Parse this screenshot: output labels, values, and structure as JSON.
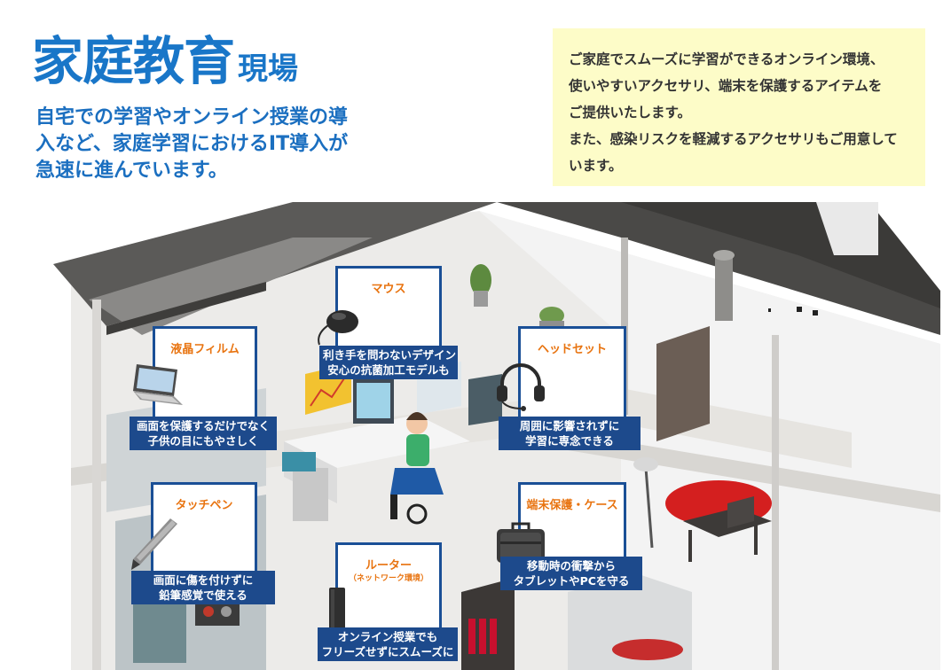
{
  "header": {
    "title_main": "家庭教育",
    "title_suffix": "現場",
    "lead_lines": [
      "自宅での学習やオンライン授業の導",
      "入など、家庭学習におけるIT導入が",
      "急速に進んでいます。"
    ]
  },
  "note": {
    "lines": [
      "ご家庭でスムーズに学習ができるオンライン環境、",
      "使いやすいアクセサリ、端末を保護するアイテムを",
      "ご提供いたします。",
      "また、感染リスクを軽減するアクセサリもご用意して",
      "います。"
    ]
  },
  "cards": {
    "film": {
      "title": "液晶フィルム",
      "caption_lines": [
        "画面を保護するだけでなく",
        "子供の目にもやさしく"
      ],
      "icon": "laptop-icon"
    },
    "mouse": {
      "title": "マウス",
      "caption_lines": [
        "利き手を問わないデザイン",
        "安心の抗菌加工モデルも"
      ],
      "icon": "mouse-icon"
    },
    "headset": {
      "title": "ヘッドセット",
      "caption_lines": [
        "周囲に影響されずに",
        "学習に専念できる"
      ],
      "icon": "headset-icon"
    },
    "pen": {
      "title": "タッチペン",
      "caption_lines": [
        "画面に傷を付けずに",
        "鉛筆感覚で使える"
      ],
      "icon": "stylus-icon"
    },
    "router": {
      "title": "ルーター",
      "subtitle": "（ネットワーク環境）",
      "caption_lines": [
        "オンライン授業でも",
        "フリーズせずにスムーズに"
      ],
      "icon": "router-icon"
    },
    "case": {
      "title": "端末保護・ケース",
      "caption_lines": [
        "移動時の衝撃から",
        "タブレットやPCを守る"
      ],
      "icon": "bag-icon"
    }
  },
  "colors": {
    "title_blue": "#1976c8",
    "card_border": "#1a4f96",
    "caption_bg": "#1d4a8c",
    "card_title": "#e8730f",
    "note_bg": "#fdfcc8"
  }
}
